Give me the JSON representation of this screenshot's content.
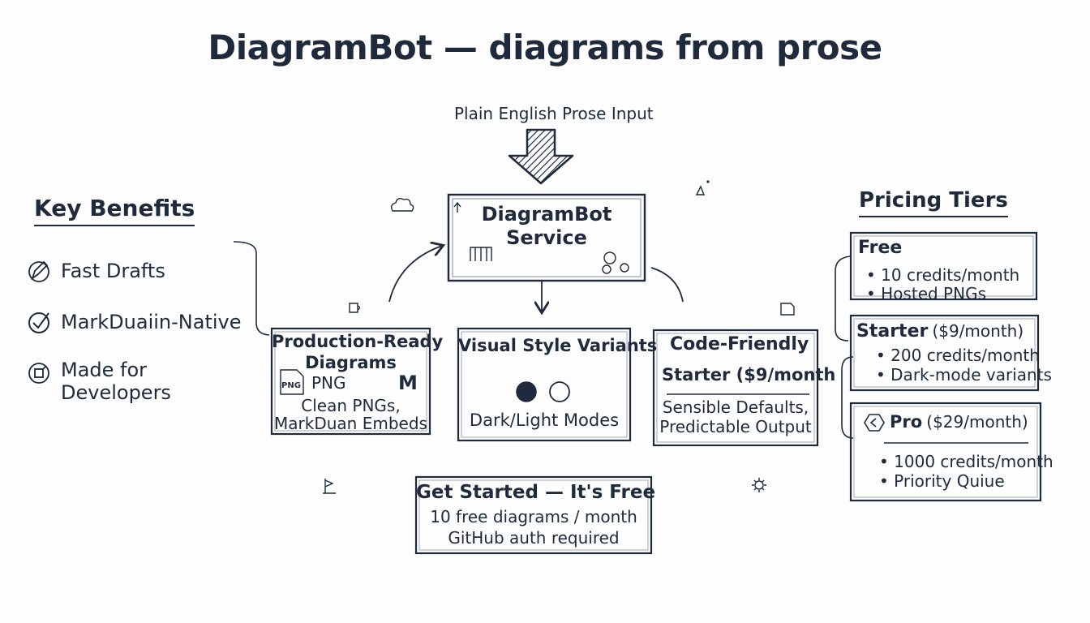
{
  "title": "DiagramBot — diagrams from prose",
  "input_label": "Plain English Prose Input",
  "service": {
    "line1": "DiagramBot",
    "line2": "Service"
  },
  "benefits": {
    "heading": "Key Benefits",
    "items": [
      {
        "icon": "pencil-icon",
        "label": "Fast Drafts"
      },
      {
        "icon": "check-circle-icon",
        "label": "MarkDuaiin-Native"
      },
      {
        "icon": "code-icon",
        "label": "Made for",
        "label2": "Developers"
      }
    ]
  },
  "boxes": {
    "production": {
      "line1": "Production-Ready",
      "line2": "Diagrams",
      "png_badge": "PNG",
      "png_label": "PNG",
      "markdown_badge": "M",
      "desc1": "Clean PNGs,",
      "desc2": "MarkDuan Embeds"
    },
    "visual": {
      "title": "Visual Style Variants",
      "caption": "Dark/Light Modes"
    },
    "code": {
      "line1": "Code-Friendly",
      "line2": "Starter ($9/month",
      "desc1": "Sensible Defaults,",
      "desc2": "Predictable Output"
    },
    "get_started": {
      "title": "Get Started — It's Free",
      "line1": "10 free diagrams / month",
      "line2": "GitHub auth required"
    }
  },
  "pricing": {
    "heading": "Pricing Tiers",
    "tiers": [
      {
        "name": "Free",
        "features": [
          "10 credits/month",
          "Hosted PNGs"
        ]
      },
      {
        "name": "Starter",
        "price": "($9/month)",
        "features": [
          "200 credits/month",
          "Dark-mode variants"
        ]
      },
      {
        "name": "Pro",
        "price": "($29/month)",
        "features": [
          "1000 credits/month",
          "Priority Quiue"
        ]
      }
    ]
  },
  "colors": {
    "ink": "#1f2a3c",
    "background": "#fdfdfd"
  }
}
